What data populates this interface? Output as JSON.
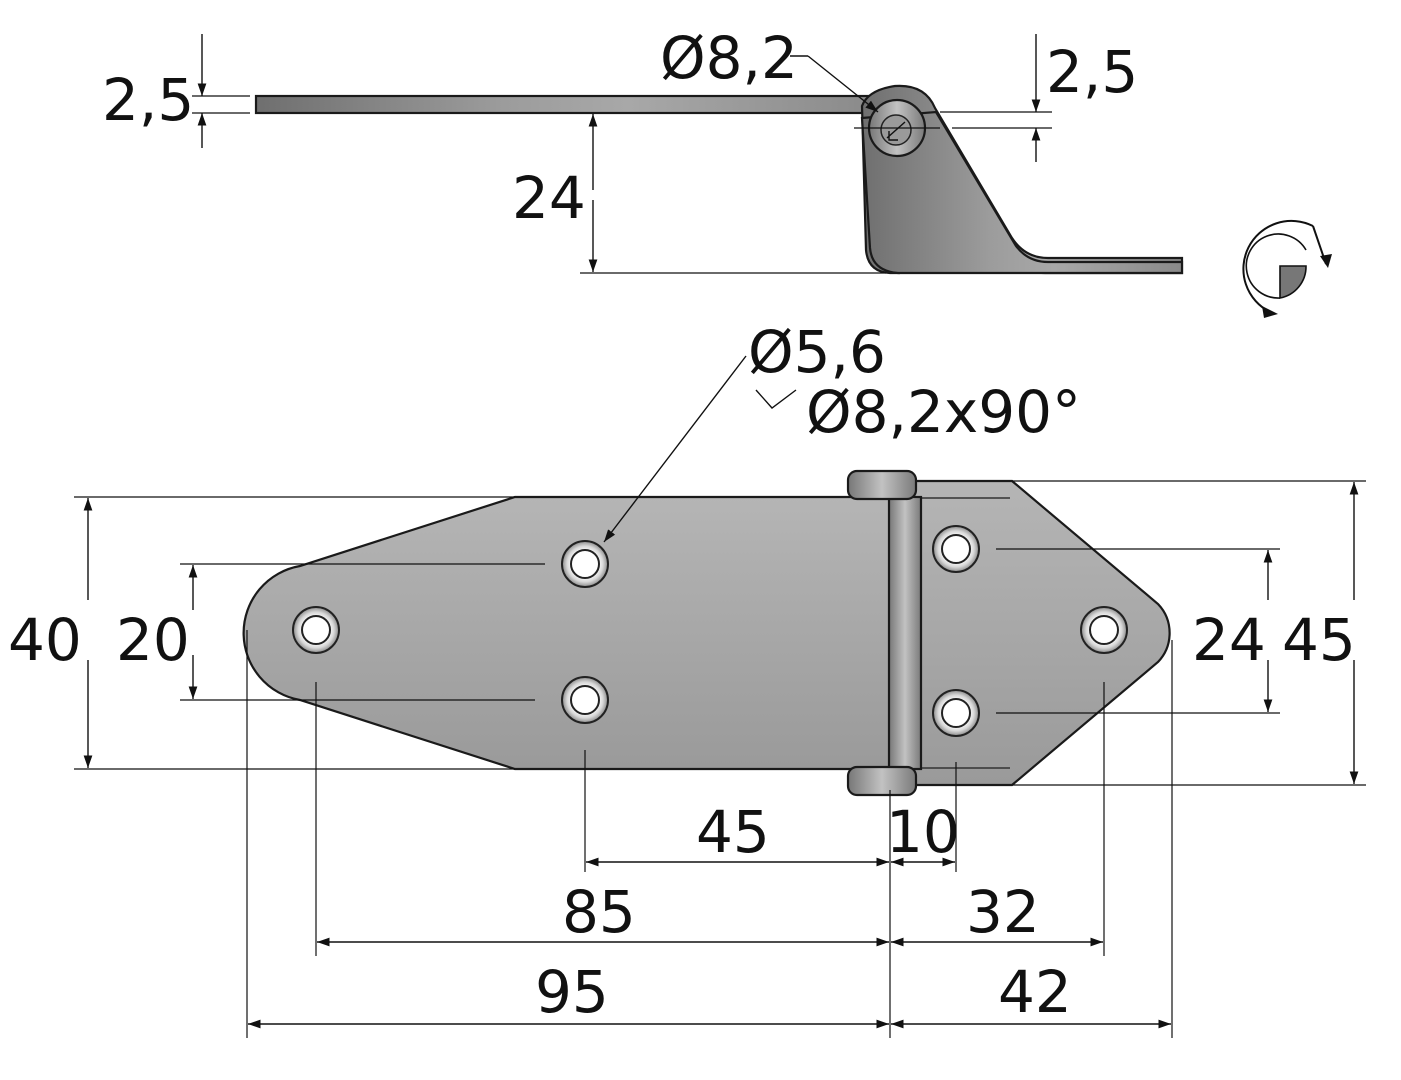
{
  "drawing": {
    "side_view": {
      "dim_thickness_left": "2,5",
      "dim_pin_diameter": "Ø8,2",
      "dim_thickness_right": "2,5",
      "dim_offset_height": "24"
    },
    "rotation_symbol": {
      "icon": "rotation-view-icon"
    },
    "top_view": {
      "dim_hole": "Ø5,6",
      "dim_countersink": "Ø8,2x90°",
      "dim_left_height": "40",
      "dim_left_hole_spacing": "20",
      "dim_right_hole_spacing": "24",
      "dim_right_height": "45",
      "dim_hole_to_pin": "45",
      "dim_pin_to_hole": "10",
      "dim_left_holes_span": "85",
      "dim_right_holes_span": "32",
      "dim_left_leaf_length": "95",
      "dim_right_leaf_length": "42"
    },
    "colors": {
      "metal": "#a6a6a6",
      "metal_dark": "#7a7a7a",
      "line": "#111111"
    }
  }
}
